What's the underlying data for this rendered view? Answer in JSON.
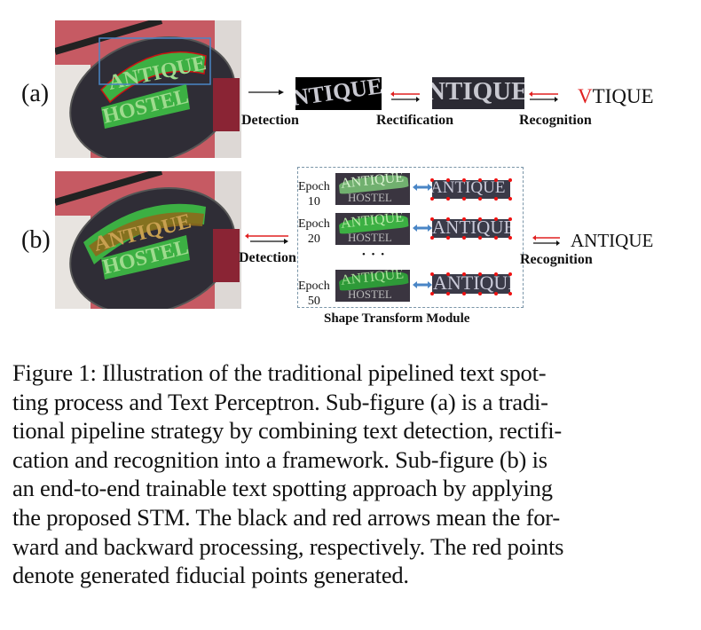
{
  "figure": {
    "subfig_a": {
      "label": "(a)",
      "steps": [
        "Detection",
        "Rectification",
        "Recognition"
      ],
      "crop_text": "NTIQUE",
      "rectified_text": "NTIQUE",
      "result_wrong_char": "V",
      "result_rest": "TIQUE",
      "sign_text_top": "ANTIQUE",
      "sign_text_bottom": "HOSTEL"
    },
    "subfig_b": {
      "label": "(b)",
      "steps": [
        "Detection",
        "Recognition"
      ],
      "module_title": "Shape Transform Module",
      "epochs": [
        {
          "label": "Epoch",
          "number": "10"
        },
        {
          "label": "Epoch",
          "number": "20"
        },
        {
          "label": "Epoch",
          "number": "50"
        }
      ],
      "ellipsis": "• • •",
      "rectified_text": "ANTIQUE",
      "result": "ANTIQUE",
      "sign_text_top": "ANTIQUE",
      "sign_text_bottom": "HOSTEL",
      "thumb_top": "ANTIQUE",
      "thumb_bottom": "HOSTEL"
    },
    "colors": {
      "forward_arrow": "#111111",
      "backward_arrow": "#e02020",
      "fiducial_points": "#ee1111",
      "detection_mask": "#3cb043",
      "bidirectional_arrow": "#4a86c6"
    }
  },
  "caption": {
    "lines": [
      "Figure 1: Illustration of the traditional pipelined text spot-",
      "ting process and Text Perceptron. Sub-figure (a) is a tradi-",
      "tional pipeline strategy by combining text detection, rectifi-",
      "cation and recognition into a framework. Sub-figure (b) is",
      "an end-to-end trainable text spotting approach by applying",
      "the proposed STM. The black and red arrows mean the for-",
      "ward and backward processing, respectively. The red points",
      "denote generated fiducial points generated."
    ]
  }
}
